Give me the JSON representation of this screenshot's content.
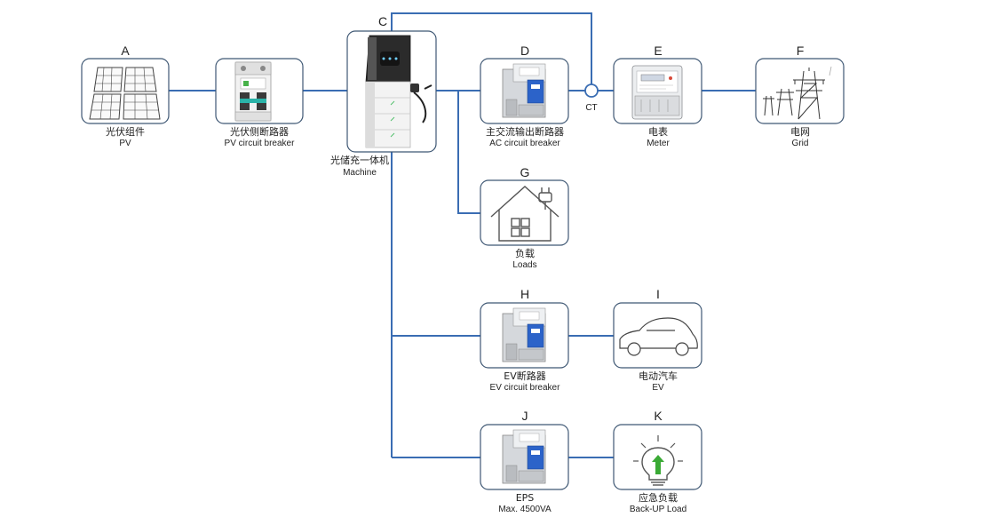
{
  "nodes": {
    "A": {
      "letter": "A",
      "cn": "光伏组件",
      "en": "PV",
      "icon": "solar-panel-icon"
    },
    "B": {
      "letter": "",
      "cn": "光伏侧断路器",
      "en": "PV circuit breaker",
      "icon": "breaker-icon"
    },
    "C": {
      "letter": "C",
      "cn": "光储充一体机",
      "en": "Machine",
      "icon": "inverter-charger-icon"
    },
    "D": {
      "letter": "D",
      "cn": "主交流输出断路器",
      "en": "AC circuit breaker",
      "icon": "breaker-icon"
    },
    "E": {
      "letter": "E",
      "cn": "电表",
      "en": "Meter",
      "icon": "meter-icon"
    },
    "F": {
      "letter": "F",
      "cn": "电网",
      "en": "Grid",
      "icon": "power-tower-icon"
    },
    "G": {
      "letter": "G",
      "cn": "负载",
      "en": "Loads",
      "icon": "house-plug-icon"
    },
    "H": {
      "letter": "H",
      "cn": "EV断路器",
      "en": "EV circuit breaker",
      "icon": "breaker-icon"
    },
    "I": {
      "letter": "I",
      "cn": "电动汽车",
      "en": "EV",
      "icon": "car-icon"
    },
    "J": {
      "letter": "J",
      "cn": "EPS",
      "en": "Max. 4500VA",
      "icon": "breaker-icon"
    },
    "K": {
      "letter": "K",
      "cn": "应急负载",
      "en": "Back-UP Load",
      "icon": "lightbulb-icon"
    }
  },
  "ct": {
    "label": "CT"
  },
  "colors": {
    "wire": "#3a6db3",
    "box_border": "#3f5874",
    "breaker_blue": "#2c63c9",
    "breaker_gray": "#cfd2d6",
    "ev_arrow": "#3aaa35"
  }
}
